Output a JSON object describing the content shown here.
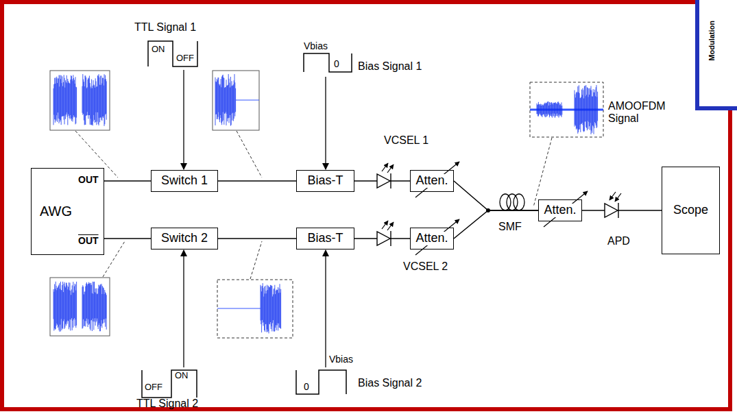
{
  "diagram": {
    "nodes": [
      {
        "text": [
          "OUT",
          "AWG",
          "OUT"
        ]
      },
      {
        "text": [
          "Switch 1"
        ]
      },
      {
        "text": [
          "Switch 2"
        ]
      },
      {
        "text": [
          "Bias-T"
        ]
      },
      {
        "text": [
          "Bias-T"
        ]
      },
      {
        "text": [
          "Atten."
        ]
      },
      {
        "text": [
          "Atten."
        ]
      },
      {
        "text": [
          "Atten."
        ]
      },
      {
        "text": [
          "Scope"
        ]
      }
    ],
    "edges": [
      {
        "from": 0,
        "to": 1,
        "arrow": "none"
      },
      {
        "from": 0,
        "to": 2,
        "arrow": "none"
      },
      {
        "from": 1,
        "to": 3,
        "arrow": "none"
      },
      {
        "from": 2,
        "to": 4,
        "arrow": "none"
      },
      {
        "from": 3,
        "to": 5,
        "arrow": "none"
      },
      {
        "from": 4,
        "to": 6,
        "arrow": "none"
      },
      {
        "from": 5,
        "to": 7,
        "arrow": "none"
      },
      {
        "from": 6,
        "to": 7,
        "arrow": "none"
      },
      {
        "from": 7,
        "to": 8,
        "arrow": "none"
      }
    ],
    "labels": [
      "TTL Signal 1",
      "ON",
      "OFF",
      "Vbias",
      "0",
      "Bias Signal 1",
      "VCSEL 1",
      "AMOOFDM Signal",
      "SMF",
      "VCSEL 2",
      "APD",
      "OFF",
      "ON",
      "Vbias",
      "0",
      "Bias Signal 2",
      "TTL Signal 2",
      "Modulation"
    ]
  }
}
